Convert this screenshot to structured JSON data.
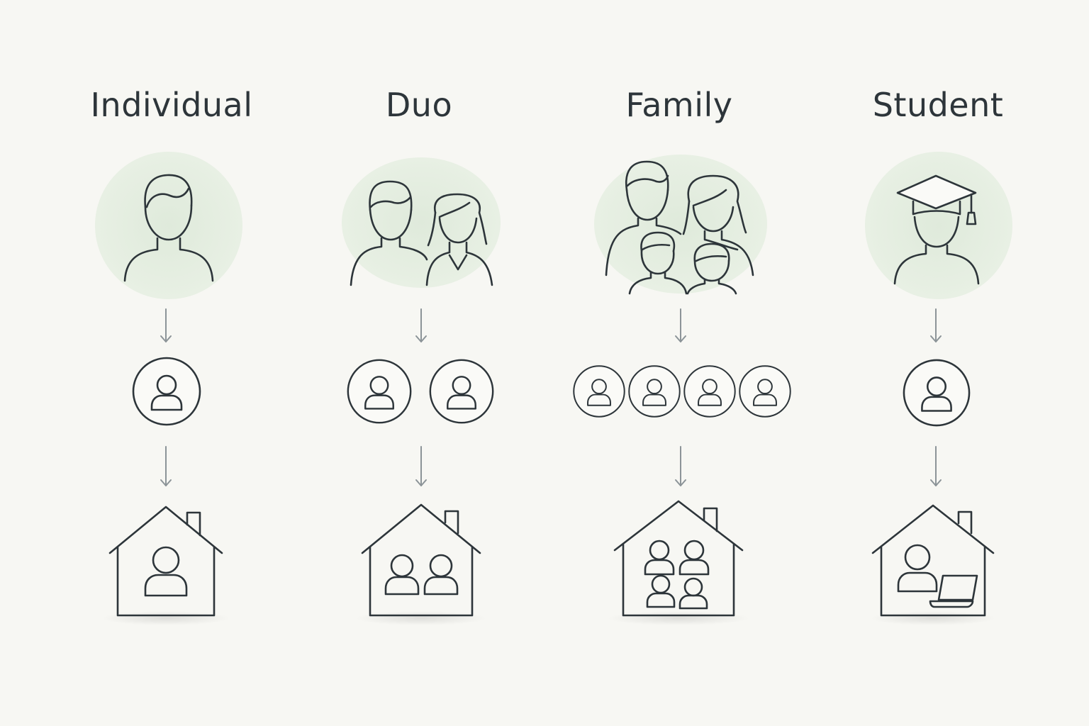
{
  "plans": [
    {
      "id": "individual",
      "title": "Individual",
      "accounts": 1,
      "house_people": 1
    },
    {
      "id": "duo",
      "title": "Duo",
      "accounts": 2,
      "house_people": 2
    },
    {
      "id": "family",
      "title": "Family",
      "accounts": 4,
      "house_people": 4
    },
    {
      "id": "student",
      "title": "Student",
      "accounts": 1,
      "house_people": 1,
      "extras": [
        "graduation-cap-icon",
        "laptop-icon"
      ]
    }
  ],
  "colors": {
    "stroke": "#2d353a",
    "arrow": "#8c9498",
    "halo": "#e4eee0",
    "background": "#f7f7f3"
  }
}
